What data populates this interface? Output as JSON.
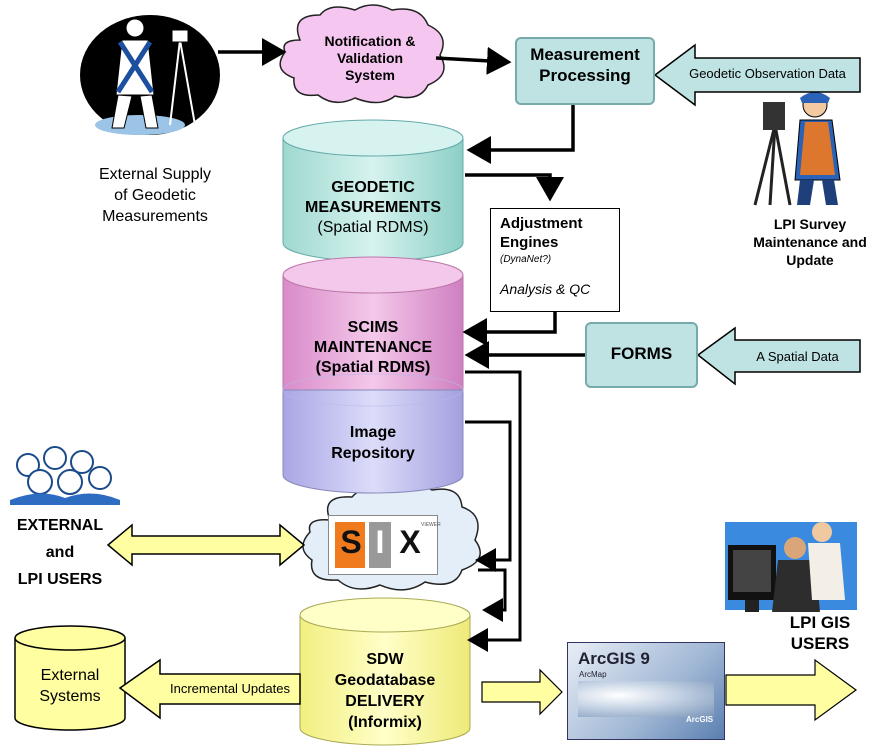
{
  "left_caption": {
    "external_supply": [
      "External Supply",
      "of Geodetic",
      "Measurements"
    ]
  },
  "notification": {
    "lines": [
      "Notification &",
      "Validation",
      "System"
    ]
  },
  "measurement_processing": {
    "lines": [
      "Measurement",
      "Processing"
    ]
  },
  "geodetic_observation": {
    "label": "Geodetic Observation Data"
  },
  "lpi_survey": {
    "lines": [
      "LPI Survey",
      "Maintenance and",
      "Update"
    ]
  },
  "geodetic_db": {
    "title": [
      "GEODETIC",
      "MEASUREMENTS"
    ],
    "subtitle": "(Spatial RDMS)"
  },
  "adjustment": {
    "title": [
      "Adjustment",
      "Engines"
    ],
    "sub": "(DynaNet?)",
    "analysis": "Analysis & QC"
  },
  "scims": {
    "lines": [
      "SCIMS",
      "MAINTENANCE",
      "(Spatial RDMS)"
    ]
  },
  "image_repo": {
    "lines": [
      "Image",
      "Repository"
    ]
  },
  "forms": {
    "label": "FORMS"
  },
  "spatial_data": {
    "label": "A Spatial Data"
  },
  "users": {
    "lines": [
      "EXTERNAL",
      "and",
      "LPI USERS"
    ]
  },
  "six_logo": {
    "letters": [
      "S",
      "I",
      "X"
    ],
    "tag": "VIEWER"
  },
  "sdw": {
    "lines": [
      "SDW",
      "Geodatabase",
      "DELIVERY",
      "(Informix)"
    ]
  },
  "external_systems": {
    "lines": [
      "External",
      "Systems"
    ]
  },
  "incremental": {
    "label": "Incremental Updates"
  },
  "arcgis": {
    "title": "ArcGIS 9",
    "sub": "ArcMap",
    "brand": "ArcGIS"
  },
  "lpi_gis": {
    "lines": [
      "LPI  GIS",
      "USERS"
    ]
  },
  "colors": {
    "cyan_cyl": "#b8e6e0",
    "pink_cyl": "#e6a0d4",
    "lavender_cyl": "#c0bff0",
    "yellow": "#fffea0",
    "teal_box": "#bfe3e3",
    "cloud_pink": "#f5c6f0"
  }
}
